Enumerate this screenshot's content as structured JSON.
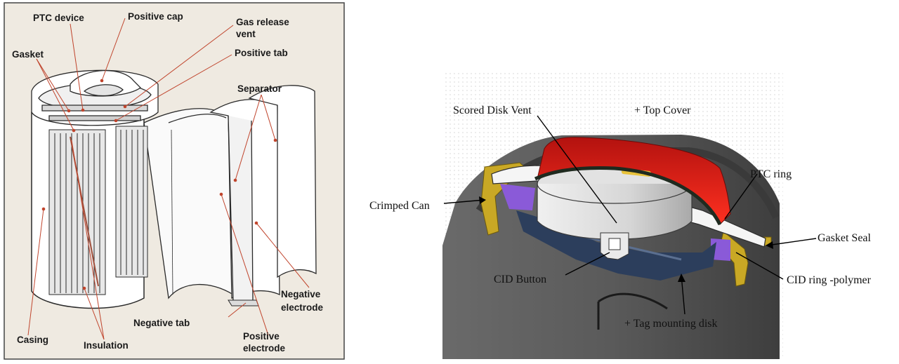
{
  "left_diagram": {
    "labels": {
      "ptc_device": "PTC device",
      "positive_cap": "Positive cap",
      "gas_release_vent_1": "Gas release",
      "gas_release_vent_2": "vent",
      "gasket": "Gasket",
      "positive_tab": "Positive tab",
      "separator": "Separator",
      "negative_electrode_1": "Negative",
      "negative_electrode_2": "electrode",
      "negative_tab": "Negative tab",
      "positive_electrode_1": "Positive",
      "positive_electrode_2": "electrode",
      "casing": "Casing",
      "insulation": "Insulation"
    },
    "colors": {
      "background": "#efeae1",
      "line": "#c0442c",
      "outline": "#2a2a2a"
    }
  },
  "right_diagram": {
    "labels": {
      "scored_disk_vent": "Scored Disk Vent",
      "top_cover": "+ Top Cover",
      "ptc_ring": "PTC ring",
      "crimped_can": "Crimped Can",
      "gasket_seal": "Gasket Seal",
      "cid_button": "CID Button",
      "cid_ring": "CID ring -polymer",
      "tag_mounting_disk": "+ Tag mounting disk"
    },
    "colors": {
      "can": "#5a5a5a",
      "top_cover": "#e0201c",
      "gasket": "#c9a825",
      "cid_ring": "#8a5ad8",
      "cid_disk": "#2c3e5c"
    }
  }
}
